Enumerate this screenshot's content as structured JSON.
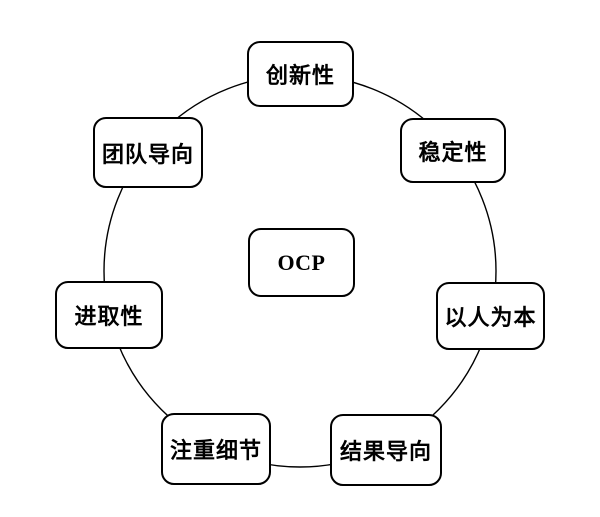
{
  "diagram": {
    "type": "cycle",
    "background_color": "#ffffff",
    "circle_line_color": "#000000",
    "box_border_color": "#000000",
    "box_fill_color": "#ffffff",
    "center": {
      "label": "OCP"
    },
    "nodes": [
      {
        "position": "top",
        "label": "创新性"
      },
      {
        "position": "upper-right",
        "label": "稳定性"
      },
      {
        "position": "right",
        "label": "以人为本"
      },
      {
        "position": "lower-right",
        "label": "结果导向"
      },
      {
        "position": "lower-left",
        "label": "注重细节"
      },
      {
        "position": "left",
        "label": "进取性"
      },
      {
        "position": "upper-left",
        "label": "团队导向"
      }
    ]
  }
}
